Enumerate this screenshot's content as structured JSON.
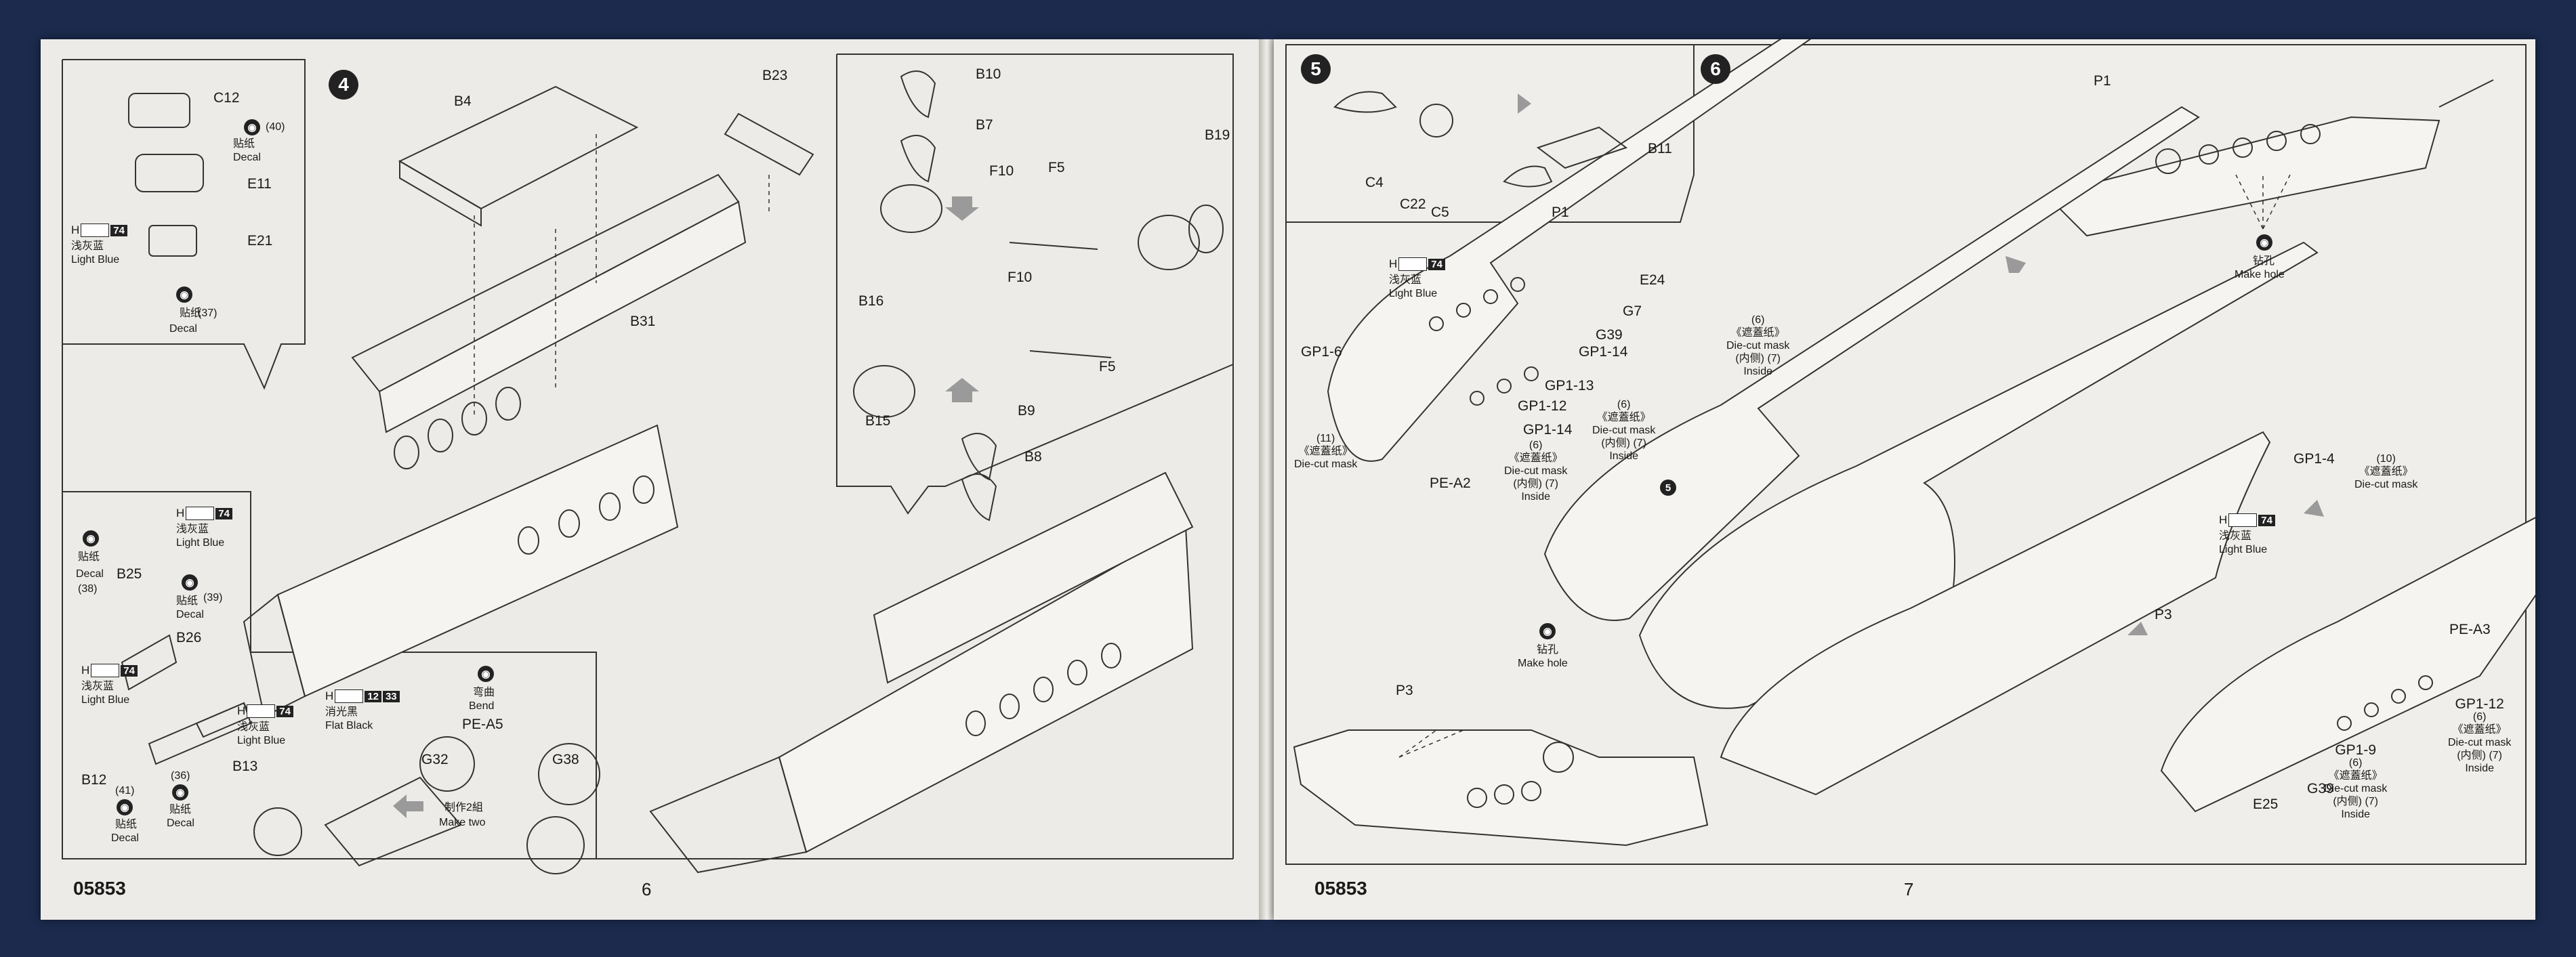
{
  "left_page": {
    "code": "05853",
    "number": "6",
    "step4": {
      "number": "4",
      "inset_top": {
        "parts": [
          "C12",
          "E11",
          "E21"
        ],
        "decal_40": "(40)",
        "decal_37": "(37)",
        "decal_cn": "贴纸",
        "decal_en": "Decal",
        "paint": {
          "letter": "H",
          "code": "74",
          "cn": "浅灰蓝",
          "en": "Light Blue"
        }
      },
      "main_parts": [
        "B4",
        "B23",
        "B31"
      ],
      "inset_right": {
        "parts": [
          "B10",
          "B7",
          "F10",
          "F5",
          "B19",
          "B16",
          "F10",
          "F5",
          "B15",
          "B9",
          "B8"
        ]
      },
      "inset_bottom": {
        "parts": [
          "B25",
          "B26",
          "B12",
          "B13",
          "G32",
          "PE-A5",
          "G38"
        ],
        "decal_38": "(38)",
        "decal_39": "(39)",
        "decal_41": "(41)",
        "decal_36": "(36)",
        "decal_cn": "贴纸",
        "decal_en": "Decal",
        "paint_lb": {
          "letter": "H",
          "code": "74",
          "cn": "浅灰蓝",
          "en": "Light Blue"
        },
        "paint_fb": {
          "letter": "H",
          "code": "12",
          "code2": "33",
          "cn": "消光黑",
          "en": "Flat Black"
        },
        "bend_cn": "弯曲",
        "bend_en": "Bend",
        "make_two_cn": "制作2組",
        "make_two_en": "Make two"
      }
    }
  },
  "right_page": {
    "code": "05853",
    "number": "7",
    "step5": {
      "number": "5",
      "parts": [
        "C4",
        "C22",
        "C5",
        "B11"
      ]
    },
    "step6": {
      "number": "6",
      "parts": [
        "P1",
        "E24",
        "G7",
        "G39",
        "GP1-14",
        "GP1-13",
        "GP1-12",
        "GP1-14",
        "GP1-6",
        "PE-A2"
      ],
      "paint": {
        "letter": "H",
        "code": "74",
        "cn": "浅灰蓝",
        "en": "Light Blue"
      },
      "die_cut_11": {
        "num": "(11)",
        "cn": "《遮蓋纸》",
        "en": "Die-cut mask"
      },
      "die_cut_6a": {
        "num": "(6)",
        "cn": "《遮蓋纸》",
        "en": "Die-cut mask",
        "cn2": "(内侧)",
        "num2": "(7)",
        "en2": "Inside"
      },
      "die_cut_6b": {
        "num": "(6)",
        "cn": "《遮蓋纸》",
        "en": "Die-cut mask",
        "cn2": "(内侧)",
        "num2": "(7)",
        "en2": "Inside"
      },
      "die_cut_6c": {
        "num": "(6)",
        "cn": "《遮蓋纸》",
        "en": "Die-cut mask",
        "cn2": "(内侧)",
        "num2": "(7)",
        "en2": "Inside"
      },
      "hole_top": {
        "cn": "钻孔",
        "en": "Make hole",
        "p": "P1"
      },
      "hole_bottom": {
        "cn": "钻孔",
        "en": "Make hole",
        "p": "P3"
      },
      "callout_5": "5",
      "lower_right": {
        "parts": [
          "GP1-4",
          "PE-A3",
          "P3",
          "GP1-12",
          "GP1-9",
          "E25",
          "G39"
        ],
        "die_cut_10": {
          "num": "(10)",
          "cn": "《遮蓋纸》",
          "en": "Die-cut mask"
        },
        "paint": {
          "letter": "H",
          "code": "74",
          "cn": "浅灰蓝",
          "en": "Light Blue"
        },
        "die_cut_6a": {
          "num": "(6)",
          "cn": "《遮蓋纸》",
          "en": "Die-cut mask",
          "cn2": "(内侧)",
          "num2": "(7)",
          "en2": "Inside"
        },
        "die_cut_6b": {
          "num": "(6)",
          "cn": "《遮蓋纸》",
          "en": "Die-cut mask",
          "cn2": "(内侧)",
          "num2": "(7)",
          "en2": "Inside"
        }
      }
    }
  },
  "colors": {
    "background": "#1b2a4d",
    "paper": "#ecebe7",
    "ink": "#1a1a1a"
  }
}
